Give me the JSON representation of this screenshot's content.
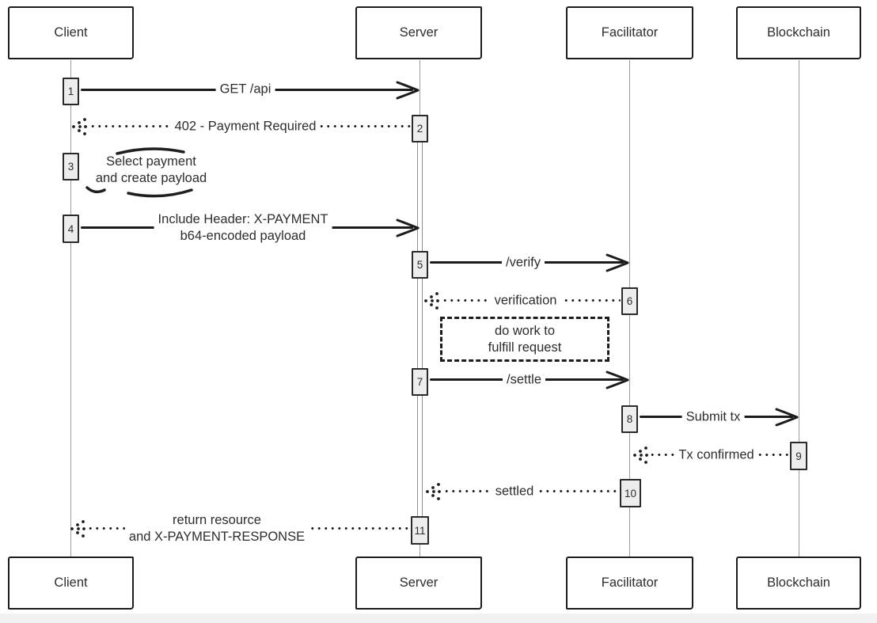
{
  "actors": {
    "client": "Client",
    "server": "Server",
    "facilitator": "Facilitator",
    "blockchain": "Blockchain"
  },
  "messages": {
    "m1": {
      "num": "1",
      "label": "GET /api",
      "from": "Client",
      "to": "Server",
      "style": "solid"
    },
    "m2": {
      "num": "2",
      "label": "402 - Payment Required",
      "from": "Server",
      "to": "Client",
      "style": "dotted"
    },
    "m3": {
      "num": "3",
      "line1": "Select payment",
      "line2": "and create payload",
      "from": "Client",
      "to": "Client",
      "style": "self"
    },
    "m4": {
      "num": "4",
      "line1": "Include Header: X-PAYMENT",
      "line2": "b64-encoded payload",
      "from": "Client",
      "to": "Server",
      "style": "solid"
    },
    "m5": {
      "num": "5",
      "label": "/verify",
      "from": "Server",
      "to": "Facilitator",
      "style": "solid"
    },
    "m6": {
      "num": "6",
      "label": "verification",
      "from": "Facilitator",
      "to": "Server",
      "style": "dotted"
    },
    "m7": {
      "num": "7",
      "label": "/settle",
      "from": "Server",
      "to": "Facilitator",
      "style": "solid"
    },
    "m8": {
      "num": "8",
      "label": "Submit tx",
      "from": "Facilitator",
      "to": "Blockchain",
      "style": "solid"
    },
    "m9": {
      "num": "9",
      "label": "Tx confirmed",
      "from": "Blockchain",
      "to": "Facilitator",
      "style": "dotted"
    },
    "m10": {
      "num": "10",
      "label": "settled",
      "from": "Facilitator",
      "to": "Server",
      "style": "dotted"
    },
    "m11": {
      "num": "11",
      "line1": "return resource",
      "line2": "and X-PAYMENT-RESPONSE",
      "from": "Server",
      "to": "Client",
      "style": "dotted"
    }
  },
  "note": {
    "line1": "do work to",
    "line2": "fulfill request"
  },
  "colors": {
    "line": "#1c1c1c",
    "text": "#2d2d2d",
    "lifeline": "#9c9c9c",
    "activation_fill": "#ededed",
    "background": "#ffffff",
    "footer_strip": "#f1f2f4"
  }
}
